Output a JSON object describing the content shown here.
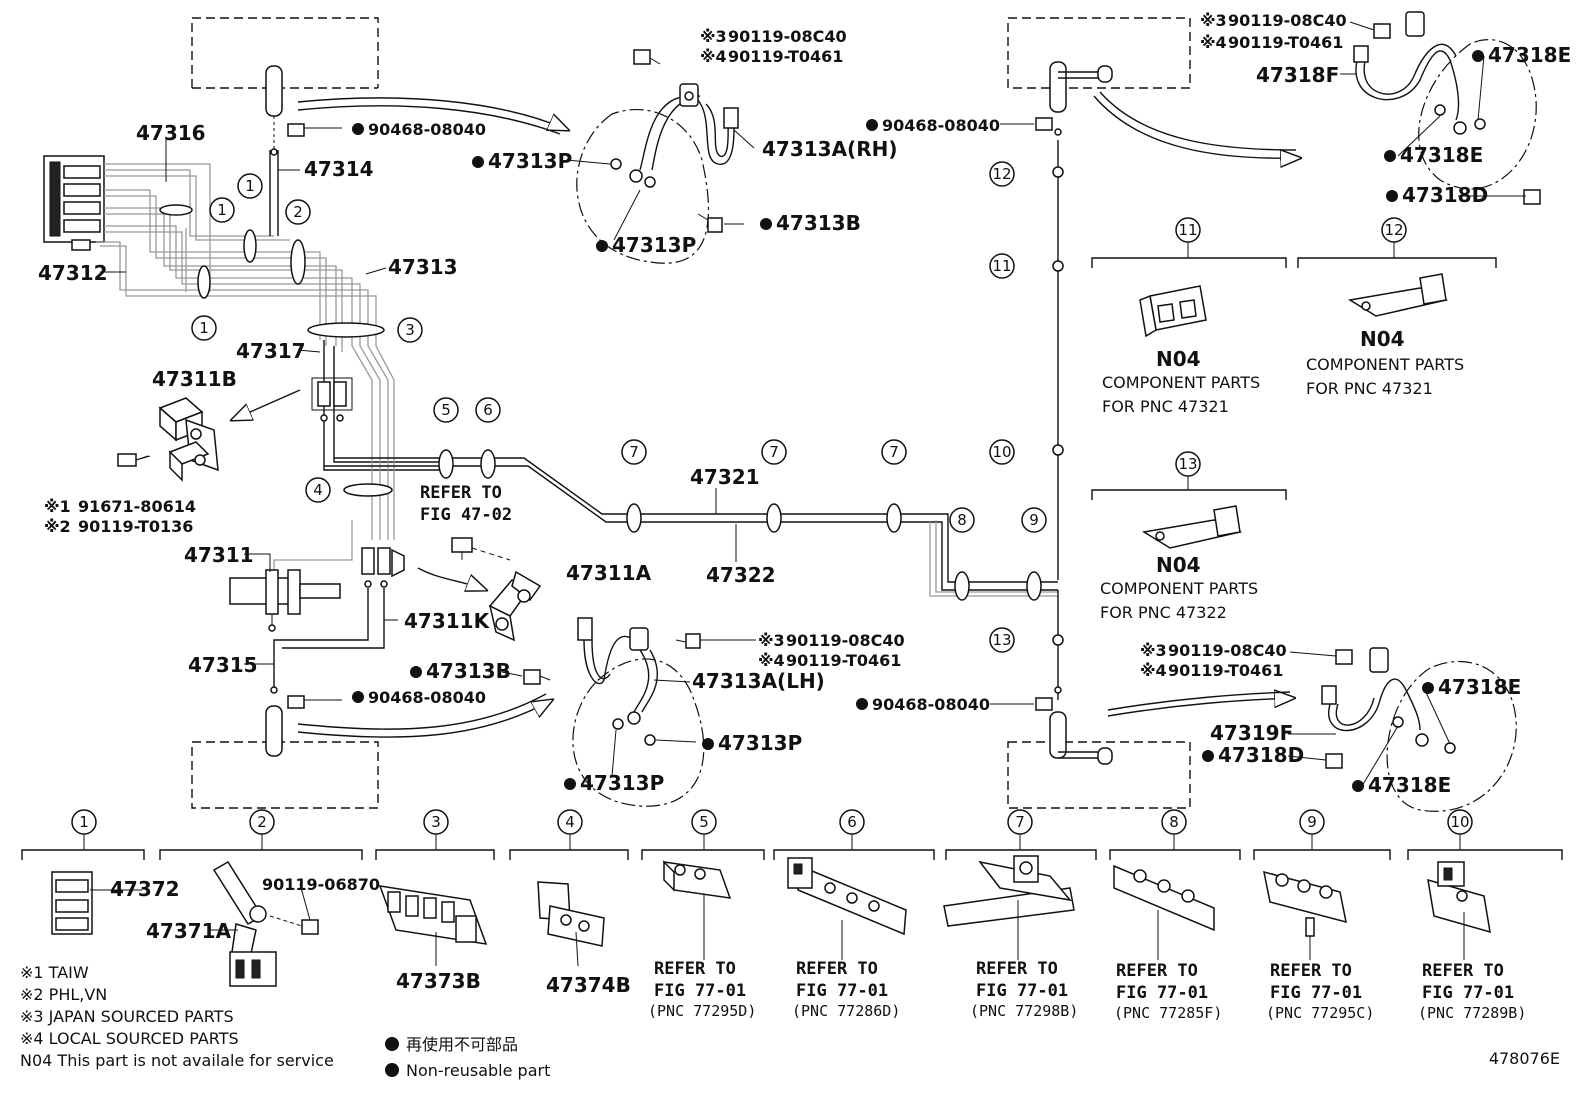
{
  "diagram_id": "478076E",
  "parts": {
    "p47316": "47316",
    "p47314": "47314",
    "p47312": "47312",
    "p47313": "47313",
    "p47317": "47317",
    "p47311B": "47311B",
    "p47311": "47311",
    "p47311A": "47311A",
    "p47311K": "47311K",
    "p47315": "47315",
    "p47321": "47321",
    "p47322": "47322",
    "p47313A_RH": "47313A(RH)",
    "p47313A_LH": "47313A(LH)",
    "p47313P": "47313P",
    "p47313B": "47313B",
    "p47318F": "47318F",
    "p47318E": "47318E",
    "p47318D": "47318D",
    "p47319F": "47319F",
    "p90468": "90468-08040",
    "p47372": "47372",
    "p47371A": "47371A",
    "p90119_06870": "90119-06870",
    "p47373B": "47373B",
    "p47374B": "47374B",
    "p91671": "91671-80614",
    "p90119_T0136": "90119-T0136",
    "p90119_08C40": "90119-08C40",
    "p90119_T0461": "90119-T0461",
    "n04": "N04"
  },
  "conditions": {
    "c1": "※1",
    "c2": "※2",
    "c3": "※3",
    "c4": "※4"
  },
  "refer_to": {
    "refer": "REFER TO",
    "fig_47_02": "FIG 47-02",
    "fig_77_01": "FIG 77-01",
    "pnc": [
      "(PNC 77295D)",
      "(PNC 77286D)",
      "(PNC 77298B)",
      "(PNC 77285F)",
      "(PNC 77295C)",
      "(PNC 77289B)"
    ]
  },
  "component_parts": {
    "title": "COMPONENT PARTS",
    "for_47321": "FOR PNC 47321",
    "for_47322": "FOR PNC 47322"
  },
  "circle_numbers": [
    "1",
    "2",
    "3",
    "4",
    "5",
    "6",
    "7",
    "8",
    "9",
    "10",
    "11",
    "12",
    "13"
  ],
  "legend": {
    "n1": "※1 TAIW",
    "n2": "※2 PHL,VN",
    "n3": "※3 JAPAN SOURCED PARTS",
    "n4": "※4 LOCAL SOURCED PARTS",
    "n04": "N04  This part is not availale for service",
    "jp": "再使用不可部品",
    "en": "Non-reusable part"
  }
}
